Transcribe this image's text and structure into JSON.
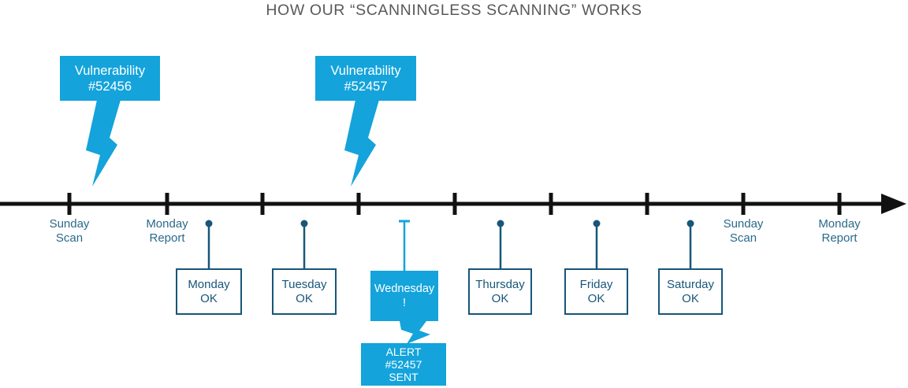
{
  "title": "HOW OUR “SCANNINGLESS SCANNING” WORKS",
  "colors": {
    "accent_blue": "#14a3db",
    "pin_teal": "#17567a",
    "label_teal": "#2a6a89",
    "axis_black": "#111111",
    "title_gray": "#59595b"
  },
  "vulnerabilities": [
    {
      "line1": "Vulnerability",
      "line2": "#52456"
    },
    {
      "line1": "Vulnerability",
      "line2": "#52457"
    }
  ],
  "timeline": {
    "labels": [
      {
        "line1": "Sunday",
        "line2": "Scan"
      },
      {
        "line1": "Monday",
        "line2": "Report"
      },
      {
        "line1": "Sunday",
        "line2": "Scan"
      },
      {
        "line1": "Monday",
        "line2": "Report"
      }
    ]
  },
  "days": [
    {
      "name": "Monday",
      "status": "OK"
    },
    {
      "name": "Tuesday",
      "status": "OK"
    },
    {
      "name": "Wednesday",
      "status": "!"
    },
    {
      "name": "Thursday",
      "status": "OK"
    },
    {
      "name": "Friday",
      "status": "OK"
    },
    {
      "name": "Saturday",
      "status": "OK"
    }
  ],
  "alert": {
    "line1": "ALERT",
    "line2": "#52457",
    "line3": "SENT"
  }
}
